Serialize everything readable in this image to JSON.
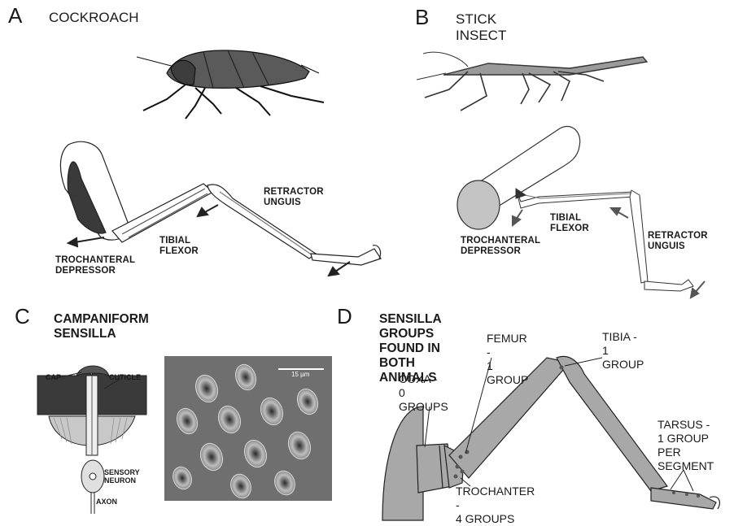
{
  "panels": {
    "a": {
      "letter": "A",
      "title": "COCKROACH",
      "labels": {
        "trochanteral_depressor": [
          "TROCHANTERAL",
          "DEPRESSOR"
        ],
        "tibial_flexor": [
          "TIBIAL",
          "FLEXOR"
        ],
        "retractor_unguis": [
          "RETRACTOR",
          "UNGUIS"
        ]
      }
    },
    "b": {
      "letter": "B",
      "title": "STICK INSECT",
      "labels": {
        "trochanteral_depressor": [
          "TROCHANTERAL",
          "DEPRESSOR"
        ],
        "tibial_flexor": [
          "TIBIAL",
          "FLEXOR"
        ],
        "retractor_unguis": [
          "RETRACTOR",
          "UNGUIS"
        ]
      }
    },
    "c": {
      "letter": "C",
      "title": "CAMPANIFORM SENSILLA",
      "labels": {
        "cap": "CAP",
        "cuticle": "CUTICLE",
        "sensory_neuron": [
          "SENSORY",
          "NEURON"
        ],
        "axon": "AXON"
      },
      "scale_bar": "15 µm"
    },
    "d": {
      "letter": "D",
      "title": "SENSILLA GROUPS FOUND IN BOTH ANIMALS",
      "labels": {
        "femur": [
          "FEMUR -",
          "1 GROUP"
        ],
        "tibia": [
          "TIBIA -",
          "1 GROUP"
        ],
        "coxa": [
          "COXA -",
          "0 GROUPS"
        ],
        "trochanter": [
          "TROCHANTER -",
          "4 GROUPS"
        ],
        "tarsus": [
          "TARSUS -",
          "1 GROUP",
          "PER SEGMENT"
        ]
      }
    }
  },
  "colors": {
    "dark_muscle": "#3a3a3a",
    "body_gray": "#5a5a5a",
    "leg_gray": "#a8a8a8",
    "cylinder_gray": "#c4c4c4",
    "arrow": "#222222"
  }
}
